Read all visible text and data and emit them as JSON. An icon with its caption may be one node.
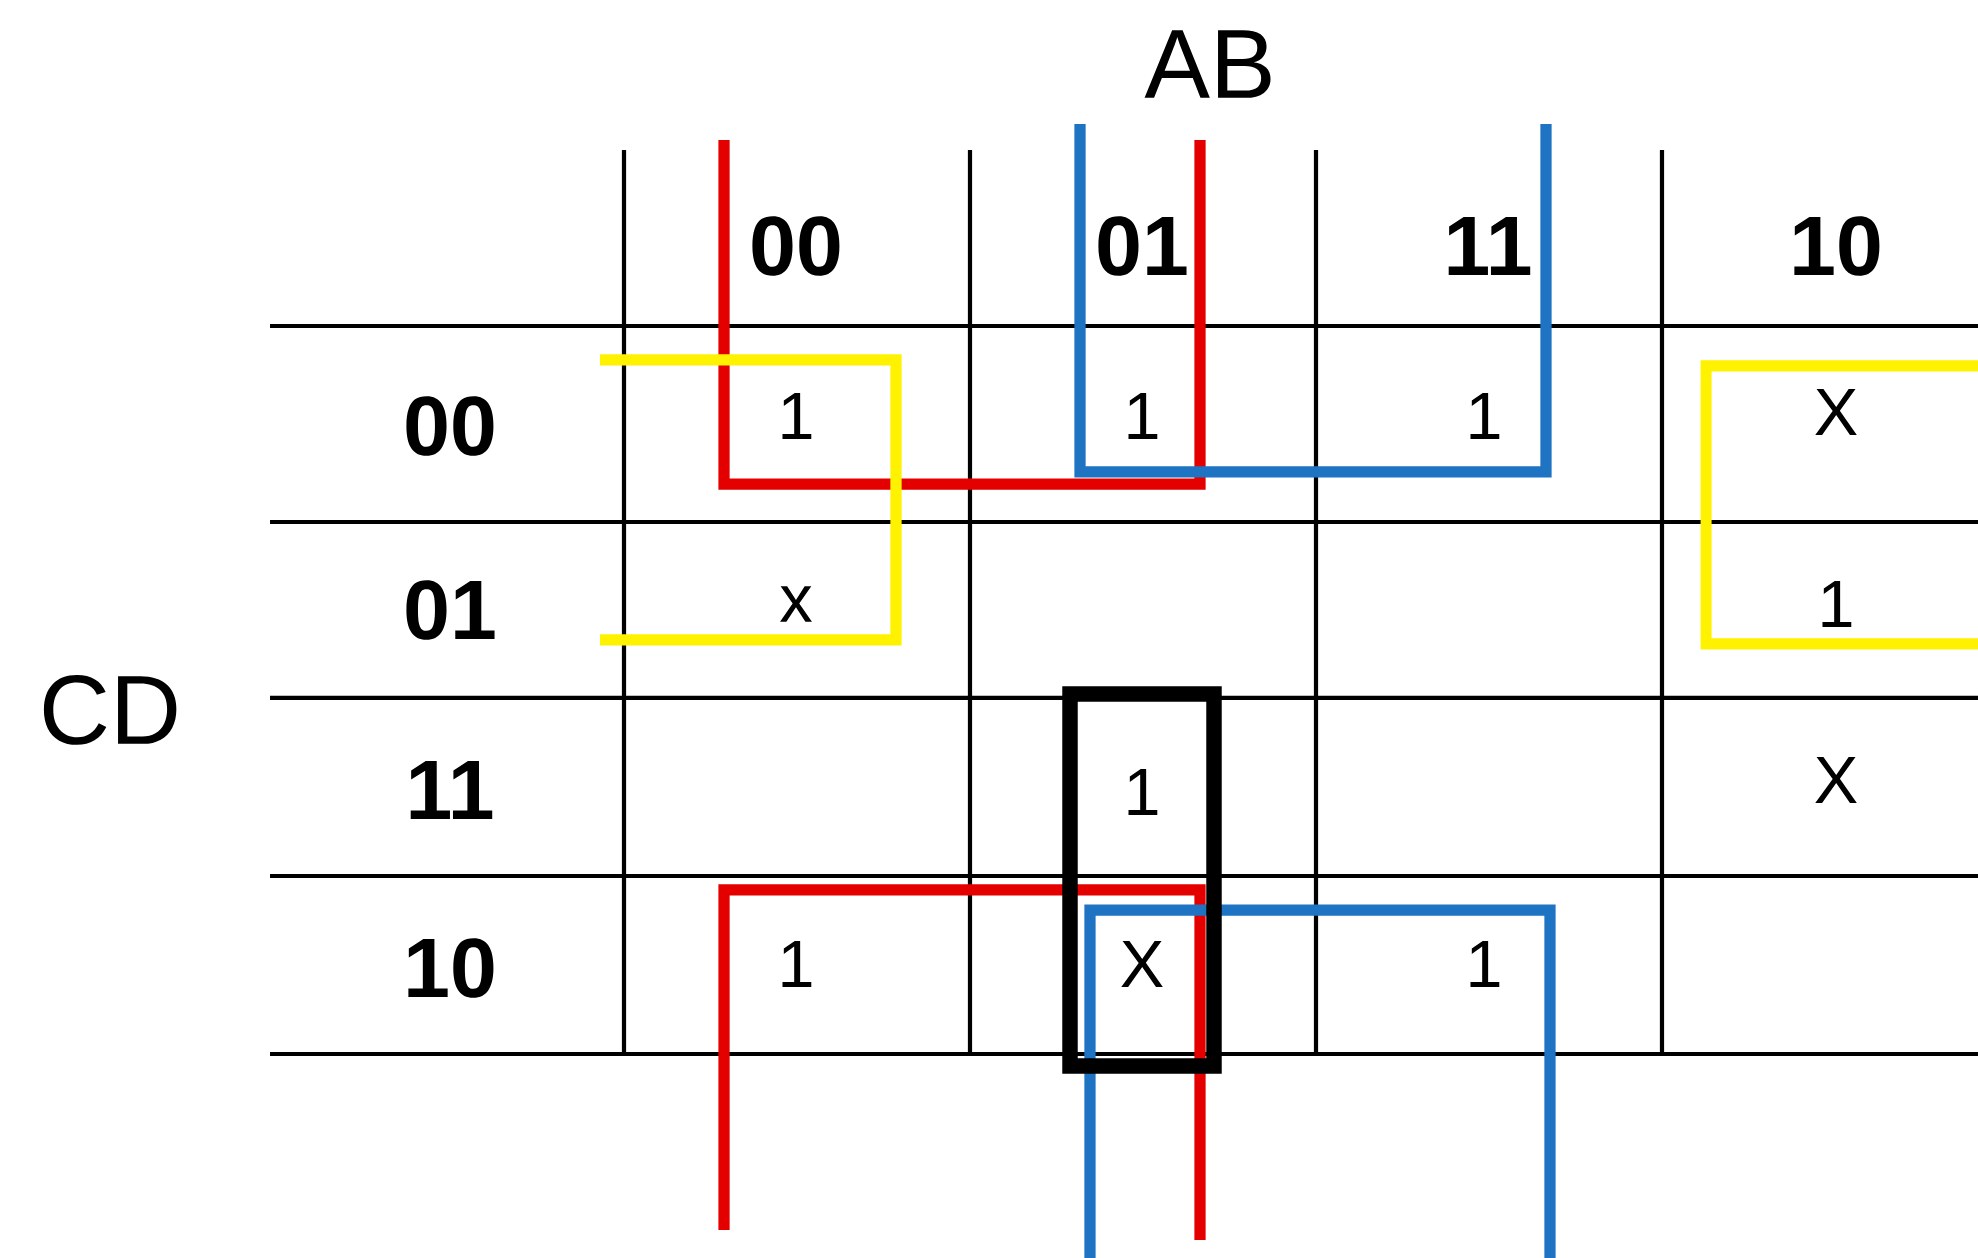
{
  "diagram": {
    "labels": [
      "AB",
      "00",
      "01",
      "11",
      "10",
      "CD",
      "00",
      "1",
      "1",
      "1",
      "X",
      "01",
      "x",
      "1",
      "11",
      "1",
      "X",
      "10",
      "1",
      "X",
      "1"
    ]
  }
}
